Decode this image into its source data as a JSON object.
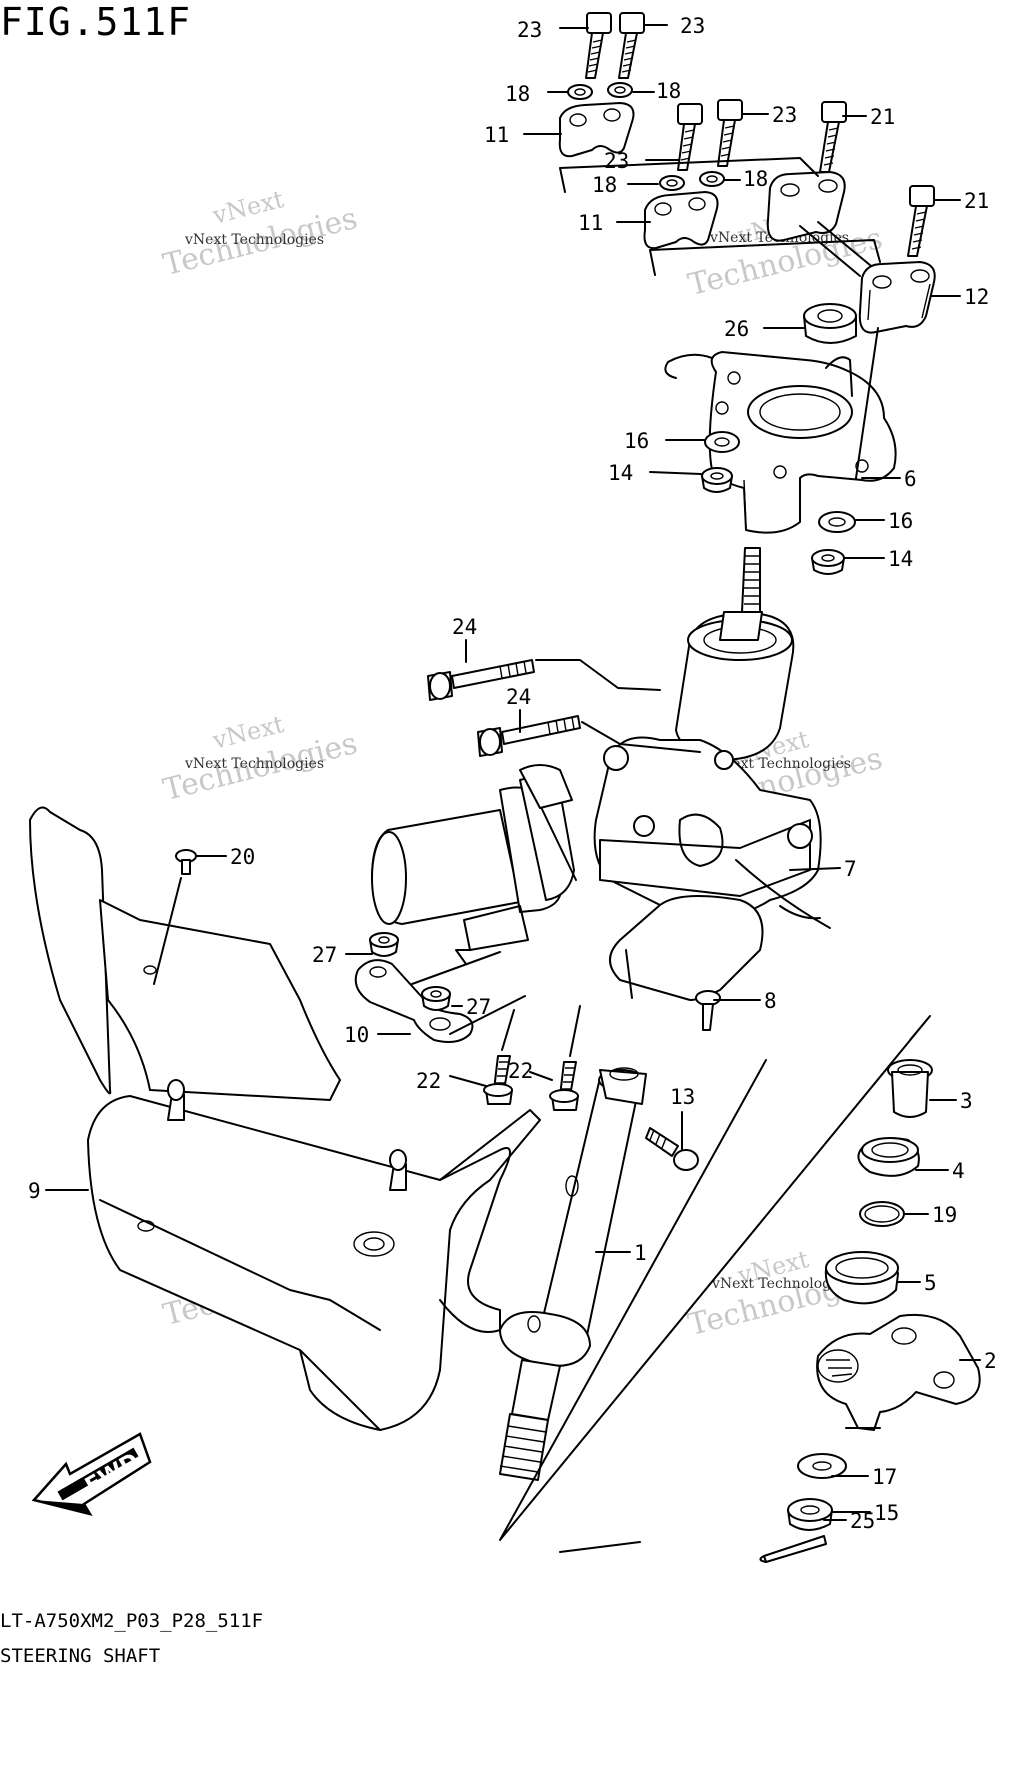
{
  "figure": {
    "title": "FIG.511F",
    "code": "LT-A750XM2_P03_P28_511F",
    "name": "STEERING SHAFT",
    "fwd_label": "FWD",
    "watermark_line1": "vNext Technologies",
    "watermark_line2": "vNext",
    "watermark_line3": "Technologies"
  },
  "callouts": [
    {
      "id": "c23a",
      "text": "23"
    },
    {
      "id": "c23b",
      "text": "23"
    },
    {
      "id": "c18a",
      "text": "18"
    },
    {
      "id": "c18b",
      "text": "18"
    },
    {
      "id": "c11a",
      "text": "11"
    },
    {
      "id": "c23c",
      "text": "23"
    },
    {
      "id": "c21a",
      "text": "21"
    },
    {
      "id": "c23d",
      "text": "23"
    },
    {
      "id": "c18c",
      "text": "18"
    },
    {
      "id": "c18d",
      "text": "18"
    },
    {
      "id": "c11b",
      "text": "11"
    },
    {
      "id": "c21b",
      "text": "21"
    },
    {
      "id": "c12",
      "text": "12"
    },
    {
      "id": "c26",
      "text": "26"
    },
    {
      "id": "c16a",
      "text": "16"
    },
    {
      "id": "c14a",
      "text": "14"
    },
    {
      "id": "c6",
      "text": "6"
    },
    {
      "id": "c16b",
      "text": "16"
    },
    {
      "id": "c14b",
      "text": "14"
    },
    {
      "id": "c24a",
      "text": "24"
    },
    {
      "id": "c24b",
      "text": "24"
    },
    {
      "id": "c7",
      "text": "7"
    },
    {
      "id": "c20",
      "text": "20"
    },
    {
      "id": "c27a",
      "text": "27"
    },
    {
      "id": "c27b",
      "text": "27"
    },
    {
      "id": "c8",
      "text": "8"
    },
    {
      "id": "c10",
      "text": "10"
    },
    {
      "id": "c22a",
      "text": "22"
    },
    {
      "id": "c22b",
      "text": "22"
    },
    {
      "id": "c3",
      "text": "3"
    },
    {
      "id": "c13",
      "text": "13"
    },
    {
      "id": "c9",
      "text": "9"
    },
    {
      "id": "c4",
      "text": "4"
    },
    {
      "id": "c19",
      "text": "19"
    },
    {
      "id": "c1",
      "text": "1"
    },
    {
      "id": "c5",
      "text": "5"
    },
    {
      "id": "c2",
      "text": "2"
    },
    {
      "id": "c17",
      "text": "17"
    },
    {
      "id": "c15",
      "text": "15"
    },
    {
      "id": "c25",
      "text": "25"
    }
  ]
}
